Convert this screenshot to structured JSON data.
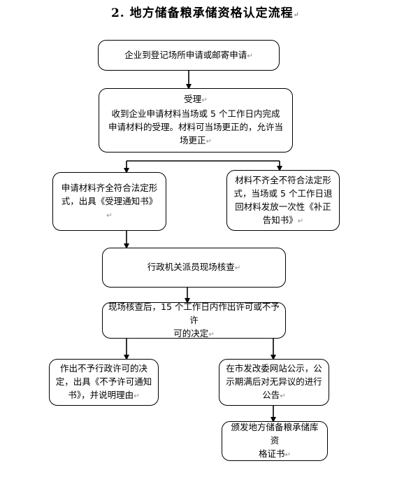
{
  "title": "2. 地方储备粮承储资格认定流程",
  "para_mark": "↵",
  "nodes": {
    "apply": "企业到登记场所申请或邮寄申请",
    "accept_title": "受理",
    "accept_line1": "收到企业申请材料当场或 5 个工作日内完成",
    "accept_line2": "申请材料的受理。材料可当场更正的，允许当",
    "accept_line3": "场更正",
    "complete_line1": "申请材料齐全符合法定形",
    "complete_line2": "式，出具《受理通知书》",
    "incomplete_line1": "材料不齐全不符合法定形",
    "incomplete_line2": "式，当场或 5 个工作日退",
    "incomplete_line3": "回材料发放一次性《补正",
    "incomplete_line4": "告知书》",
    "inspect": "行政机关派员现场核查",
    "decide_line1": "现场核查后，15 个工作日内作出许可或不予许",
    "decide_line2": "可的决定",
    "deny_line1": "作出不予行政许可的决",
    "deny_line2": "定，出具《不予许可通知",
    "deny_line3": "书》，并说明理由",
    "publicize_line1": "在市发改委网站公示，公",
    "publicize_line2": "示期满后对无异议的进行",
    "publicize_line3": "公告",
    "certificate_line1": "颁发地方储备粮承储库资",
    "certificate_line2": "格证书"
  }
}
